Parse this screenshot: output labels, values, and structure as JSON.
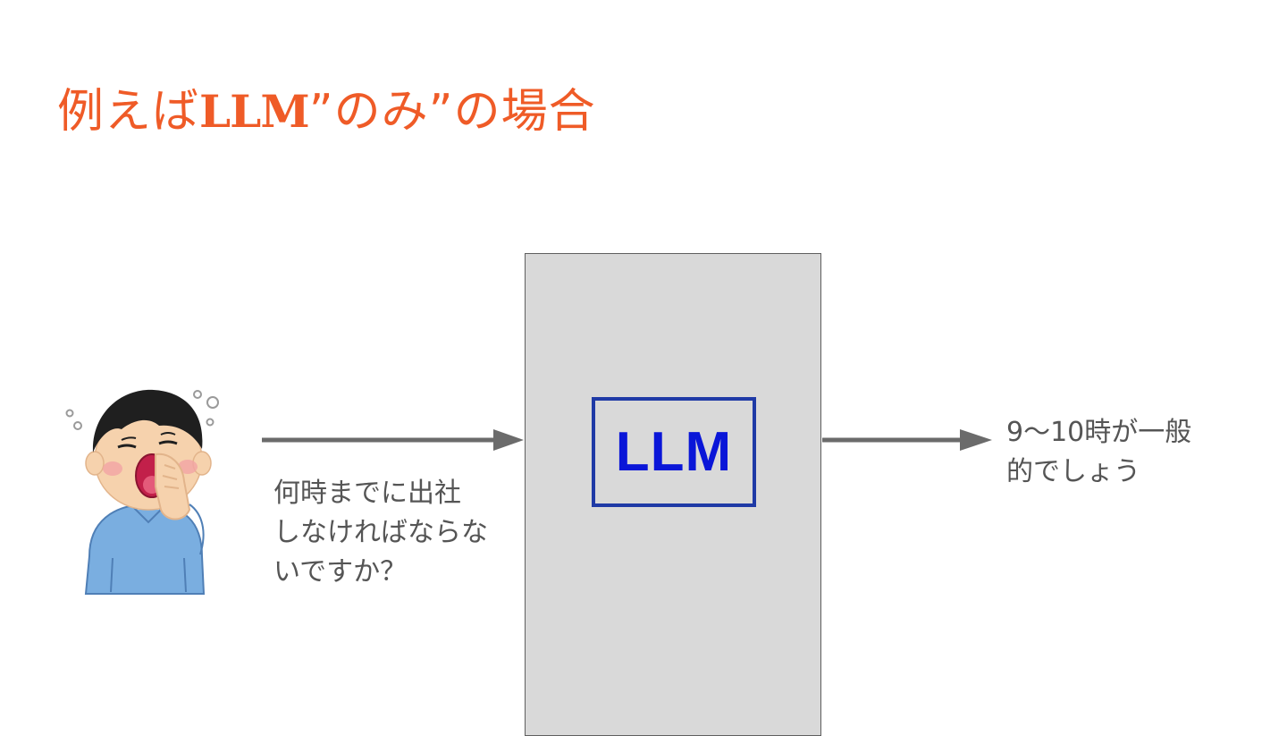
{
  "slide": {
    "title_prefix": "例えば",
    "title_bold": "LLM",
    "title_suffix": "”のみ”の場合",
    "accent_color": "#ef5b27"
  },
  "diagram": {
    "llm_label": "LLM",
    "question_lines": [
      "何時までに出社",
      "しなければならな",
      "いですか？"
    ],
    "answer_lines": [
      "9〜10時が一般",
      "的でしょう"
    ],
    "person_icon": "sleepy-yawning-man-icon",
    "arrow_icon": "right-arrow-icon"
  }
}
